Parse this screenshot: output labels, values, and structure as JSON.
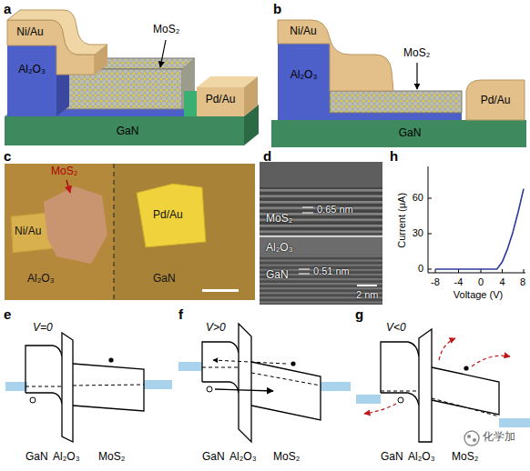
{
  "diagram": {
    "nodes": [
      {
        "text": [
          "Ni/Au"
        ]
      },
      {
        "text": [
          "Al₂O₃"
        ]
      },
      {
        "text": [
          "GaN"
        ]
      },
      {
        "text": [
          "Pd/Au"
        ]
      },
      {
        "text": [
          "Ni/Au"
        ]
      },
      {
        "text": [
          "Al₂O₃"
        ]
      },
      {
        "text": [
          "GaN"
        ]
      },
      {
        "text": [
          "Pd/Au"
        ]
      }
    ],
    "labels": [
      "a",
      "MoS₂",
      "b",
      "MoS₂",
      "c",
      "MoS₂",
      "Ni/Au",
      "Pd/Au",
      "Al₂O₃",
      "GaN",
      "d",
      "MoS₂",
      "0.65 nm",
      "Al₂O₃",
      "GaN",
      "0.51 nm",
      "2 nm",
      "h",
      "Current (μA)",
      "60",
      "30",
      "0",
      "-8",
      "-4",
      "0",
      "4",
      "8",
      "Voltage (V)",
      "e",
      "V=0",
      "GaN",
      "Al₂O₃",
      "MoS₂",
      "f",
      "V>0",
      "GaN",
      "Al₂O₃",
      "MoS₂",
      "g",
      "V<0",
      "GaN",
      "Al₂O₃",
      "MoS₂",
      "化学加"
    ]
  }
}
